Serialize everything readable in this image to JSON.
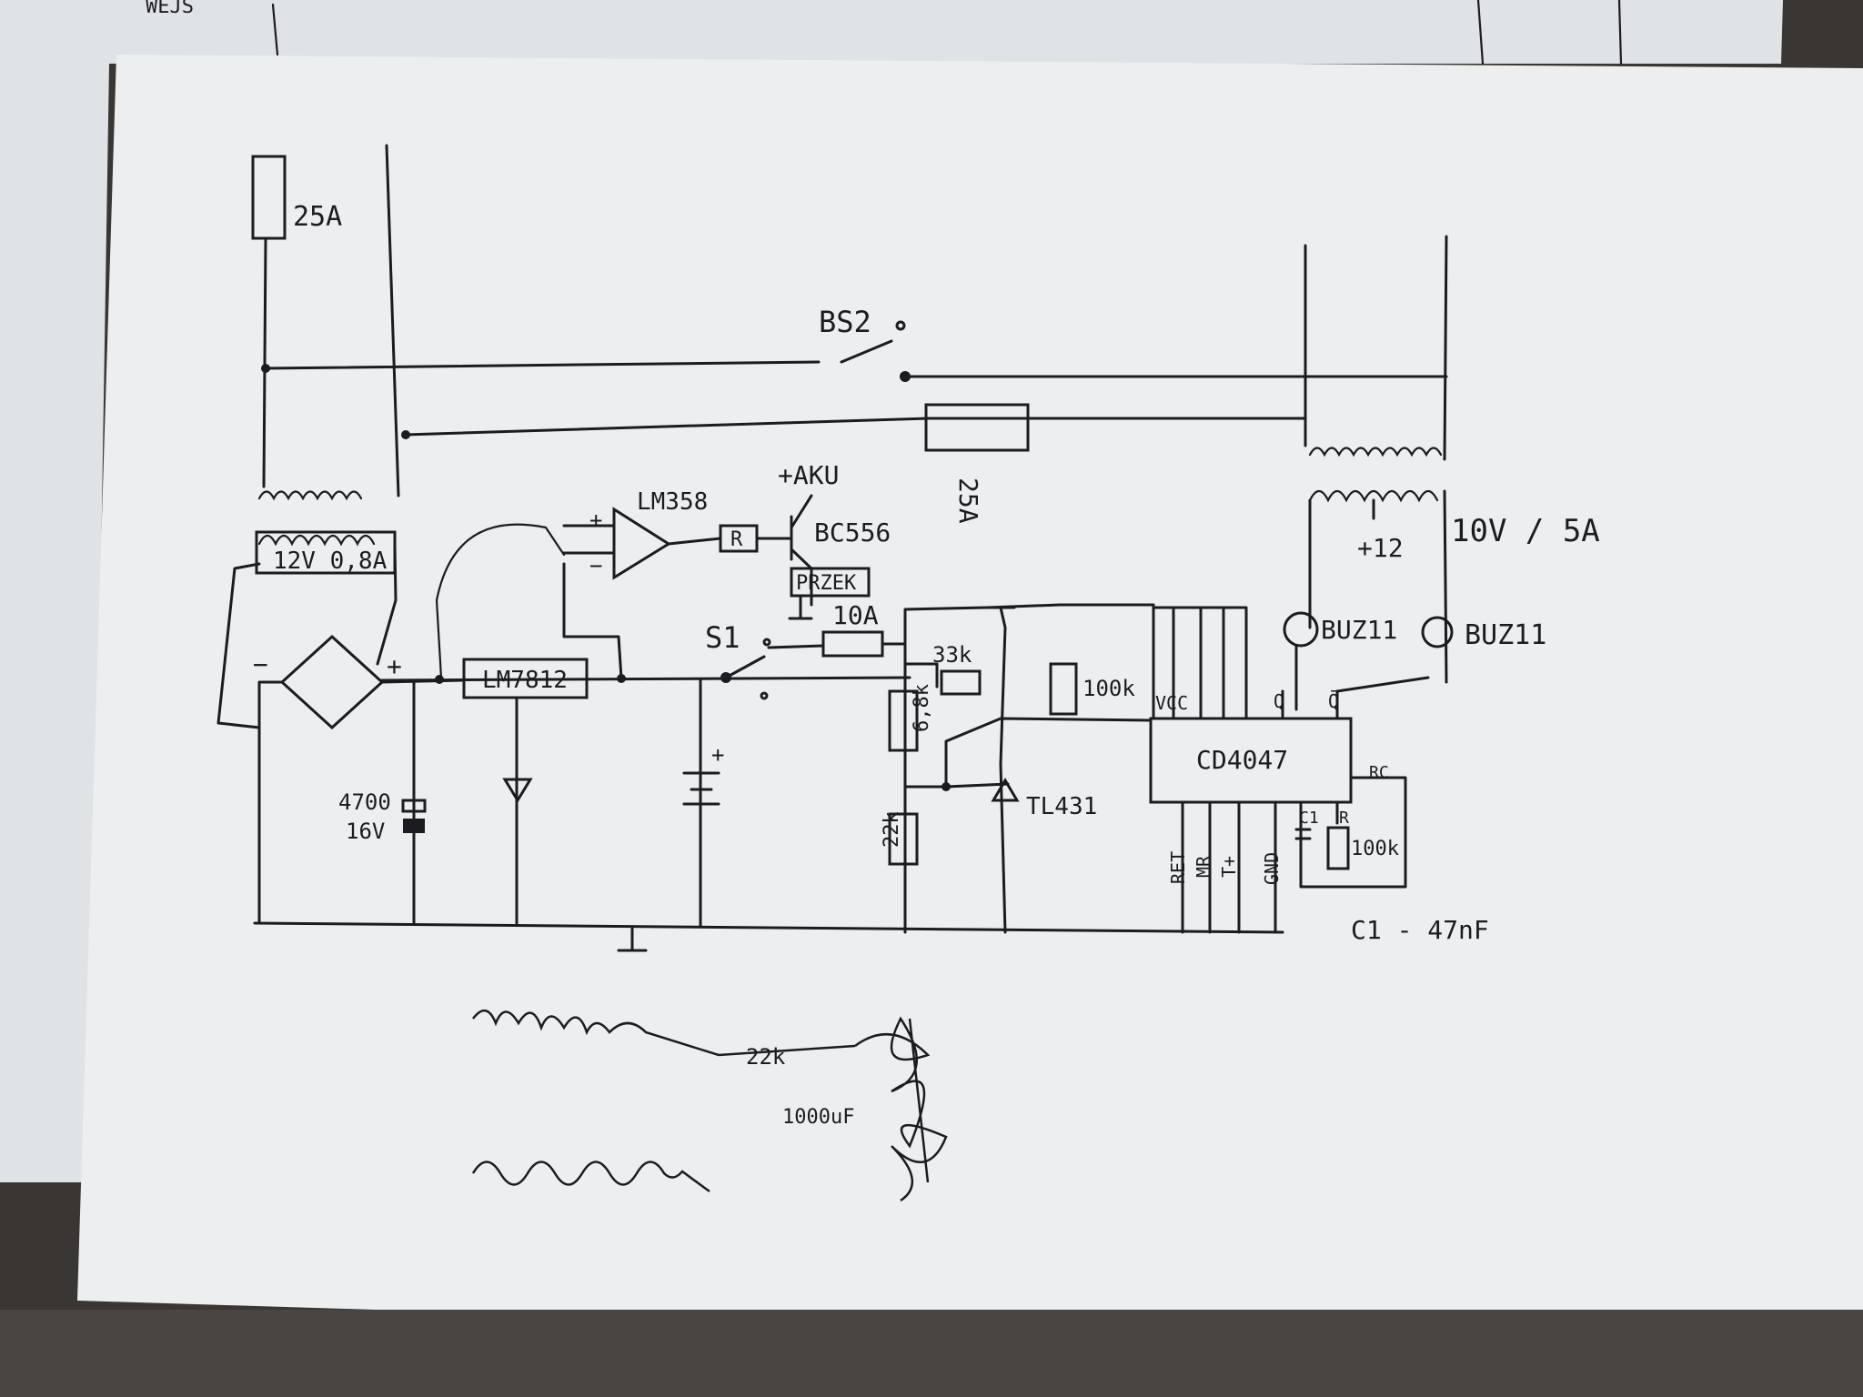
{
  "labels": {
    "fuse_left": "25A",
    "fuse_mid": "25A",
    "relay_switch": "BS2",
    "transformer_left": "12V 0,8A",
    "opamp": "LM358",
    "battery_plus": "+AKU",
    "transistor": "BC556",
    "relay_coil": "R",
    "przek": "PRZEK",
    "fuse_small": "10A",
    "switch_s1": "S1",
    "regulator": "LM7812",
    "cap_value": "4700",
    "cap_voltage": "16V",
    "r_33k": "33k",
    "r_68k": "6,8k",
    "r_22k": "22k",
    "r_100k": "100k",
    "shunt": "TL431",
    "ic": "CD4047",
    "transformer_right_tap": "+12",
    "transformer_right_rating": "10V / 5A",
    "mosfet_1": "BUZ11",
    "mosfet_2": "BUZ11",
    "pin_vcc": "VCC",
    "pin_q": "Q",
    "pin_qbar": "Q̄",
    "pin_ret": "RET",
    "pin_mr": "MR",
    "pin_tplus": "T+",
    "pin_gnd": "GND",
    "pin_rc": "RC",
    "c1_label": "C1",
    "r_label": "R",
    "r_osc": "100k",
    "c1_value": "C1 - 47nF",
    "top_partial": "WEJS",
    "scratch_r": "22k",
    "scratch_c": "1000uF"
  },
  "colors": {
    "paper_front": "#eceef0",
    "paper_back": "#e4e7ea",
    "ink": "#1c1c20",
    "background": "#3a3633"
  }
}
